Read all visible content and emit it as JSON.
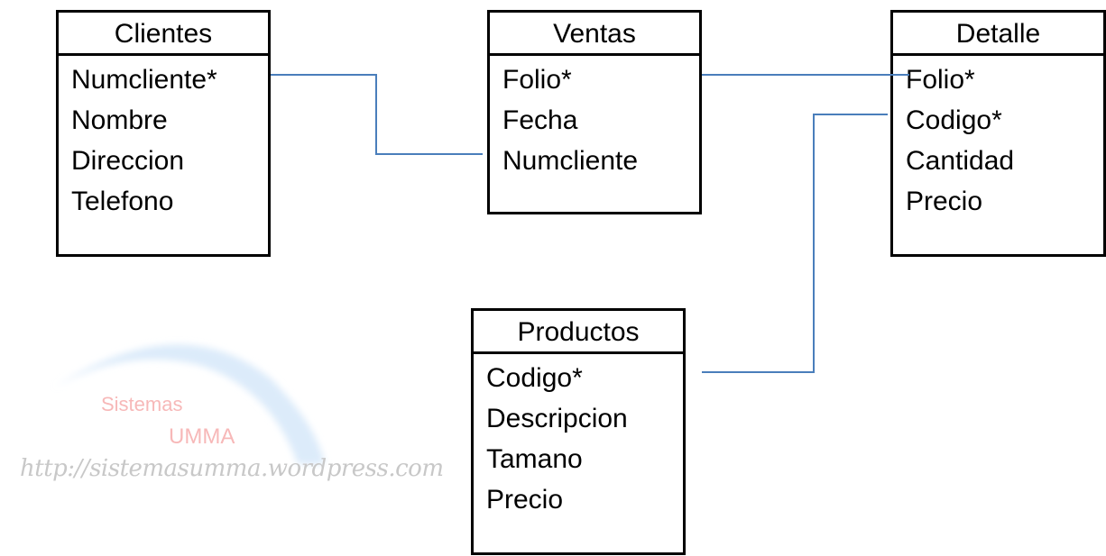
{
  "entities": {
    "clientes": {
      "title": "Clientes",
      "fields": [
        "Numcliente*",
        "Nombre",
        "Direccion",
        "Telefono"
      ]
    },
    "ventas": {
      "title": "Ventas",
      "fields": [
        "Folio*",
        "Fecha",
        "Numcliente"
      ]
    },
    "detalle": {
      "title": "Detalle",
      "fields": [
        "Folio*",
        "Codigo*",
        "Cantidad",
        "Precio"
      ]
    },
    "productos": {
      "title": "Productos",
      "fields": [
        "Codigo*",
        "Descripcion",
        "Tamano",
        "Precio"
      ]
    }
  },
  "watermark": {
    "line1": "Sistemas",
    "line2": "UMMA",
    "url": "http://sistemasumma.wordpress.com"
  },
  "colors": {
    "connector": "#4a7ebb",
    "border": "#000000"
  }
}
